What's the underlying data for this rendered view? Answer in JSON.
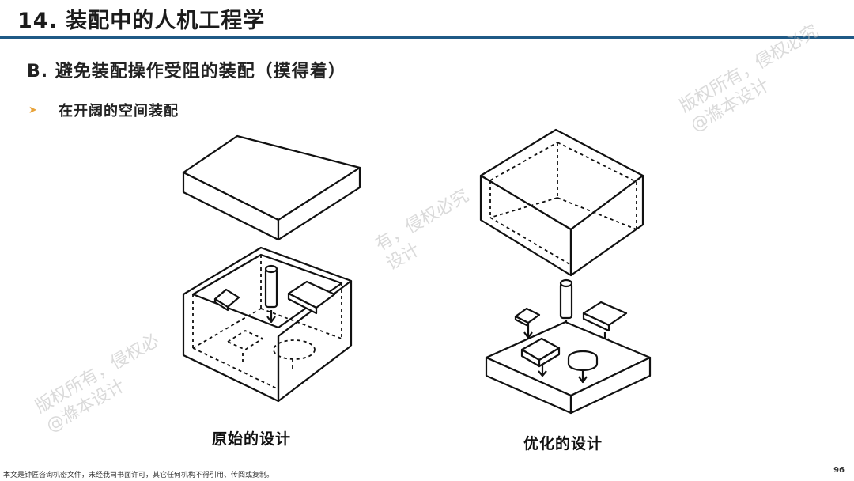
{
  "header": {
    "title": "14. 装配中的人机工程学"
  },
  "section": {
    "heading": "B. 避免装配操作受阻的装配（摸得着）"
  },
  "bullet": {
    "text": "在开阔的空间装配"
  },
  "figures": {
    "left_caption": "原始的设计",
    "right_caption": "优化的设计"
  },
  "watermarks": [
    {
      "line1": "版权所有，侵权必究",
      "line2": "@滌本设计"
    },
    {
      "line1": "有，侵权必究",
      "line2": "设计"
    },
    {
      "line1": "版权所有，侵权必",
      "line2": "@滌本设计"
    }
  ],
  "footer": {
    "notice": "本文是钟匠咨询机密文件，未经我司书面许可，其它任何机构不得引用、传阅或复制。",
    "page_number": "96"
  },
  "colors": {
    "accent_rule": "#1f5a86",
    "bullet_arrow": "#e8a33a"
  }
}
